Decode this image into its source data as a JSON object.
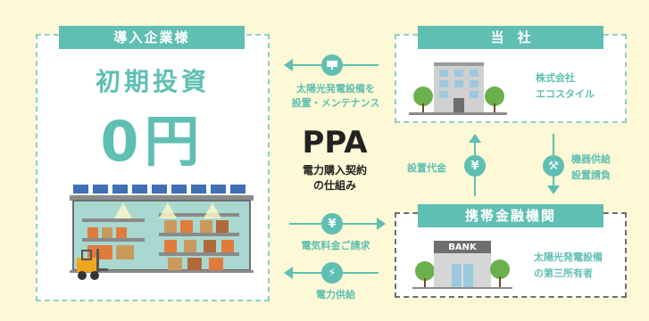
{
  "left_panel": {
    "tag": "導入企業様",
    "headline": "初期投資",
    "amount": "0円"
  },
  "right_top_panel": {
    "tag": "当　社",
    "company_line1": "株式会社",
    "company_line2": "エコスタイル"
  },
  "right_bottom_panel": {
    "tag": "携帯金融機関",
    "bank_sign": "BANK",
    "owner_line1": "太陽光発電設備",
    "owner_line2": "の第三所有者"
  },
  "center": {
    "title": "PPA",
    "subtitle_line1": "電力購入契約",
    "subtitle_line2": "の仕組み",
    "arrow_top_line1": "太陽光発電設備を",
    "arrow_top_line2": "設置・メンテナンス",
    "arrow_mid": "電気料金ご請求",
    "arrow_bottom": "電力供給"
  },
  "vertical": {
    "left_label": "設置代金",
    "right_label_line1": "機器供給",
    "right_label_line2": "設置請負"
  },
  "colors": {
    "background": "#fdf8d6",
    "teal": "#5fbfb2",
    "dark": "#5a5a5a"
  }
}
